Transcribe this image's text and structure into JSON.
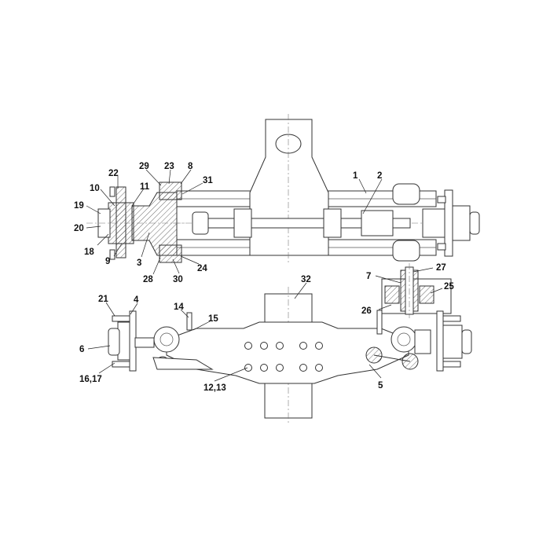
{
  "diagram": {
    "colors": {
      "line": "#333333",
      "hatch": "#444444",
      "label": "#111111",
      "background": "#ffffff"
    },
    "callouts": [
      "1",
      "2",
      "3",
      "4",
      "5",
      "6",
      "7",
      "8",
      "9",
      "10",
      "11",
      "12,13",
      "14",
      "15",
      "16,17",
      "18",
      "19",
      "20",
      "21",
      "22",
      "23",
      "24",
      "25",
      "26",
      "27",
      "28",
      "29",
      "30",
      "31",
      "32"
    ]
  }
}
